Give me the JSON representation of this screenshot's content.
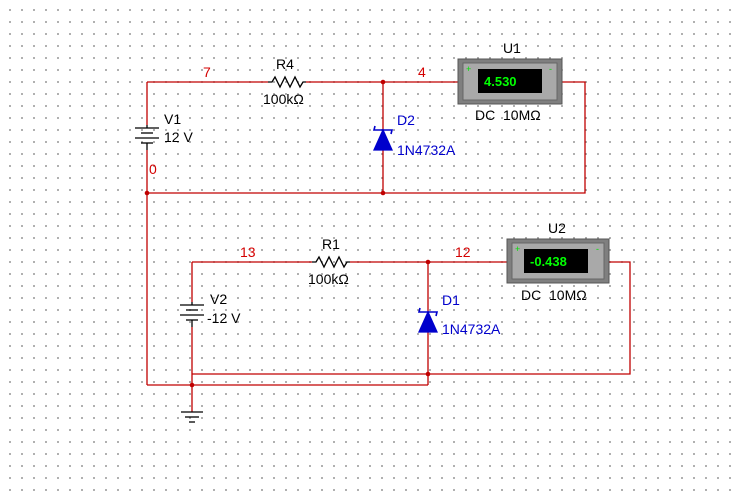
{
  "nets": {
    "n7": "7",
    "n4": "4",
    "n0": "0",
    "n13": "13",
    "n12": "12"
  },
  "resistors": {
    "r4": {
      "name": "R4",
      "value": "100kΩ"
    },
    "r1": {
      "name": "R1",
      "value": "100kΩ"
    }
  },
  "batteries": {
    "v1": {
      "name": "V1",
      "value": "12 V"
    },
    "v2": {
      "name": "V2",
      "value": "-12 V"
    }
  },
  "diodes": {
    "d2": {
      "name": "D2",
      "part": "1N4732A"
    },
    "d1": {
      "name": "D1",
      "part": "1N4732A"
    }
  },
  "meters": {
    "u1": {
      "name": "U1",
      "reading": "4.530",
      "mode": "DC  10MΩ",
      "plus": "+",
      "minus": "-"
    },
    "u2": {
      "name": "U2",
      "reading": "-0.438",
      "mode": "DC  10MΩ",
      "plus": "+",
      "minus": "-"
    }
  },
  "colors": {
    "wire": "#c00000",
    "net_label": "#d40000",
    "diode": "#0000cc",
    "meter_display": "#00ff00"
  }
}
